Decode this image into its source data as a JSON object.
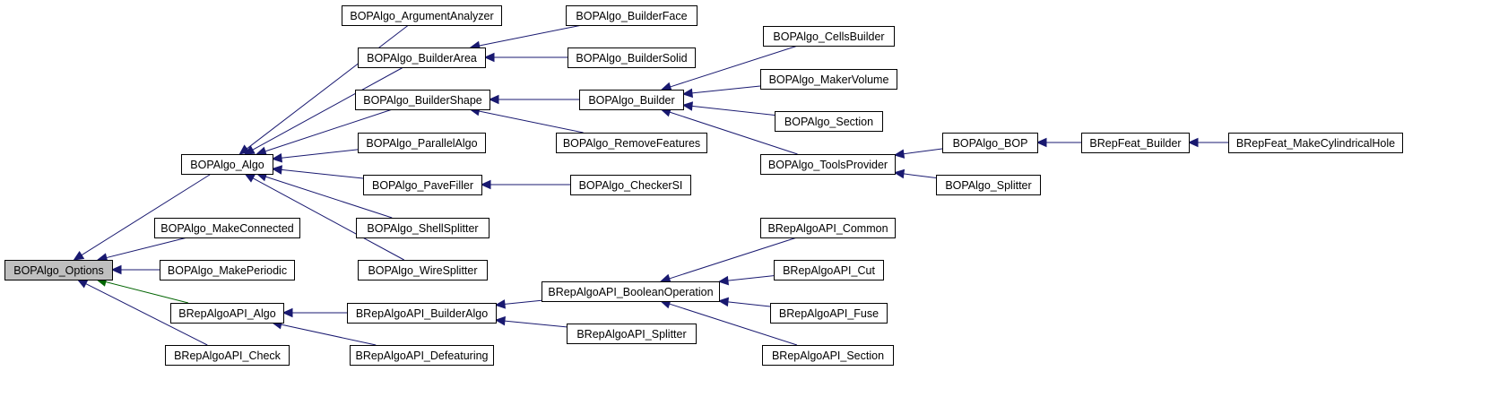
{
  "colors": {
    "edge_default": "#191970",
    "edge_public_inheritance": "#006400",
    "node_fill": "#ffffff",
    "root_fill": "#bfbfbf",
    "node_border": "#000000"
  },
  "nodes": [
    {
      "id": "options",
      "label": "BOPAlgo_Options",
      "root": true
    },
    {
      "id": "algo",
      "label": "BOPAlgo_Algo"
    },
    {
      "id": "makeconnected",
      "label": "BOPAlgo_MakeConnected"
    },
    {
      "id": "makeperiodic",
      "label": "BOPAlgo_MakePeriodic"
    },
    {
      "id": "brapi_algo",
      "label": "BRepAlgoAPI_Algo"
    },
    {
      "id": "brapi_check",
      "label": "BRepAlgoAPI_Check"
    },
    {
      "id": "argumentanalyzer",
      "label": "BOPAlgo_ArgumentAnalyzer"
    },
    {
      "id": "builderarea",
      "label": "BOPAlgo_BuilderArea"
    },
    {
      "id": "buildershape",
      "label": "BOPAlgo_BuilderShape"
    },
    {
      "id": "parallelalgo",
      "label": "BOPAlgo_ParallelAlgo"
    },
    {
      "id": "pavefiller",
      "label": "BOPAlgo_PaveFiller"
    },
    {
      "id": "shellsplitter",
      "label": "BOPAlgo_ShellSplitter"
    },
    {
      "id": "wiresplitter",
      "label": "BOPAlgo_WireSplitter"
    },
    {
      "id": "brapi_builderalgo",
      "label": "BRepAlgoAPI_BuilderAlgo"
    },
    {
      "id": "brapi_defeaturing",
      "label": "BRepAlgoAPI_Defeaturing"
    },
    {
      "id": "builderface",
      "label": "BOPAlgo_BuilderFace"
    },
    {
      "id": "buildersolid",
      "label": "BOPAlgo_BuilderSolid"
    },
    {
      "id": "builder",
      "label": "BOPAlgo_Builder"
    },
    {
      "id": "removefeatures",
      "label": "BOPAlgo_RemoveFeatures"
    },
    {
      "id": "checkersi",
      "label": "BOPAlgo_CheckerSI"
    },
    {
      "id": "brapi_booleanop",
      "label": "BRepAlgoAPI_BooleanOperation"
    },
    {
      "id": "brapi_splitter",
      "label": "BRepAlgoAPI_Splitter"
    },
    {
      "id": "cellsbuilder",
      "label": "BOPAlgo_CellsBuilder"
    },
    {
      "id": "makervolume",
      "label": "BOPAlgo_MakerVolume"
    },
    {
      "id": "section",
      "label": "BOPAlgo_Section"
    },
    {
      "id": "toolsprovider",
      "label": "BOPAlgo_ToolsProvider"
    },
    {
      "id": "bop",
      "label": "BOPAlgo_BOP"
    },
    {
      "id": "splitter",
      "label": "BOPAlgo_Splitter"
    },
    {
      "id": "brfeat_builder",
      "label": "BRepFeat_Builder"
    },
    {
      "id": "brfeat_cylhole",
      "label": "BRepFeat_MakeCylindricalHole"
    },
    {
      "id": "brapi_common",
      "label": "BRepAlgoAPI_Common"
    },
    {
      "id": "brapi_cut",
      "label": "BRepAlgoAPI_Cut"
    },
    {
      "id": "brapi_fuse",
      "label": "BRepAlgoAPI_Fuse"
    },
    {
      "id": "brapi_section",
      "label": "BRepAlgoAPI_Section"
    }
  ],
  "edges": [
    {
      "from": "algo",
      "to": "options"
    },
    {
      "from": "makeconnected",
      "to": "options"
    },
    {
      "from": "makeperiodic",
      "to": "options"
    },
    {
      "from": "brapi_algo",
      "to": "options",
      "kind": "public"
    },
    {
      "from": "brapi_check",
      "to": "options"
    },
    {
      "from": "argumentanalyzer",
      "to": "algo"
    },
    {
      "from": "builderarea",
      "to": "algo"
    },
    {
      "from": "buildershape",
      "to": "algo"
    },
    {
      "from": "parallelalgo",
      "to": "algo"
    },
    {
      "from": "pavefiller",
      "to": "algo"
    },
    {
      "from": "shellsplitter",
      "to": "algo"
    },
    {
      "from": "wiresplitter",
      "to": "algo"
    },
    {
      "from": "builderface",
      "to": "builderarea"
    },
    {
      "from": "buildersolid",
      "to": "builderarea"
    },
    {
      "from": "builder",
      "to": "buildershape"
    },
    {
      "from": "removefeatures",
      "to": "buildershape"
    },
    {
      "from": "checkersi",
      "to": "pavefiller"
    },
    {
      "from": "cellsbuilder",
      "to": "builder"
    },
    {
      "from": "makervolume",
      "to": "builder"
    },
    {
      "from": "section",
      "to": "builder"
    },
    {
      "from": "toolsprovider",
      "to": "builder"
    },
    {
      "from": "bop",
      "to": "toolsprovider"
    },
    {
      "from": "splitter",
      "to": "toolsprovider"
    },
    {
      "from": "brfeat_builder",
      "to": "bop"
    },
    {
      "from": "brfeat_cylhole",
      "to": "brfeat_builder"
    },
    {
      "from": "brapi_builderalgo",
      "to": "brapi_algo"
    },
    {
      "from": "brapi_defeaturing",
      "to": "brapi_algo"
    },
    {
      "from": "brapi_booleanop",
      "to": "brapi_builderalgo"
    },
    {
      "from": "brapi_splitter",
      "to": "brapi_builderalgo"
    },
    {
      "from": "brapi_common",
      "to": "brapi_booleanop"
    },
    {
      "from": "brapi_cut",
      "to": "brapi_booleanop"
    },
    {
      "from": "brapi_fuse",
      "to": "brapi_booleanop"
    },
    {
      "from": "brapi_section",
      "to": "brapi_booleanop"
    }
  ]
}
